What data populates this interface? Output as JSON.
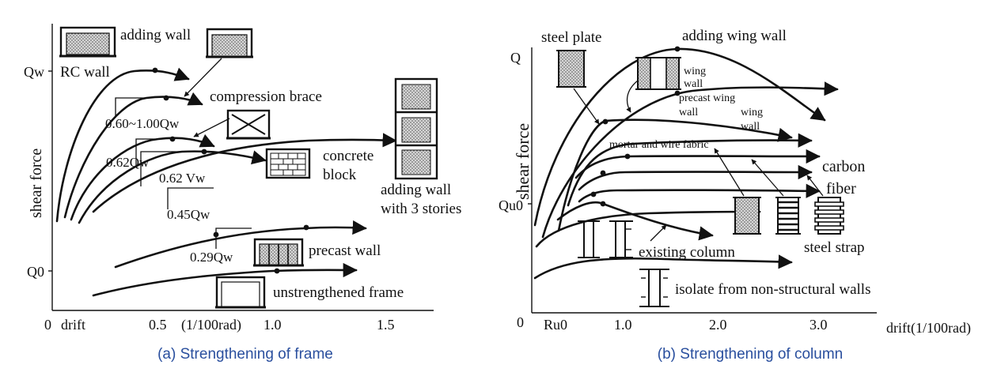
{
  "panel_a": {
    "caption": "(a) Strengthening of frame",
    "y_axis_label": "shear force",
    "origin": "0",
    "x_axis_label": "drift",
    "x_unit": "(1/100rad)",
    "x_ticks": [
      "0.5",
      "1.0",
      "1.5"
    ],
    "y_ticks": [
      "Qw",
      "Q0"
    ],
    "labels": {
      "adding_wall": "adding wall",
      "rc_wall": "RC wall",
      "compression_brace": "compression brace",
      "ratio_1": "0.60~1.00Qw",
      "ratio_2": "0.62Qw",
      "ratio_3": "0.62 Vw",
      "ratio_4": "0.45Qw",
      "concrete_block_1": "concrete",
      "concrete_block_2": "block",
      "adding_wall_3_1": "adding wall",
      "adding_wall_3_2": "with 3 stories",
      "ratio_5": "0.29Qw",
      "precast_wall": "precast wall",
      "unstrengthened_frame": "unstrengthened frame"
    }
  },
  "panel_b": {
    "caption": "(b) Strengthening of column",
    "y_axis_label": "shear force",
    "origin": "0",
    "x_axis_label": "drift(1/100rad)",
    "x_ticks": [
      "Ru0",
      "1.0",
      "2.0",
      "3.0"
    ],
    "y_ticks": [
      "Q",
      "Qu0"
    ],
    "labels": {
      "steel_plate": "steel plate",
      "adding_wing_wall": "adding wing wall",
      "wing_wall_1a": "wing",
      "wing_wall_1b": "wall",
      "precast_wing_wall_a": "precast wing",
      "precast_wing_wall_b": "wall",
      "wing_wall_2a": "wing",
      "wing_wall_2b": "wall",
      "mortar_wire": "mortar and wire fabric",
      "carbon_1": "carbon",
      "carbon_2": "fiber",
      "existing_column": "existing column",
      "steel_strap": "steel strap",
      "isolate": "isolate from non-structural walls"
    }
  }
}
